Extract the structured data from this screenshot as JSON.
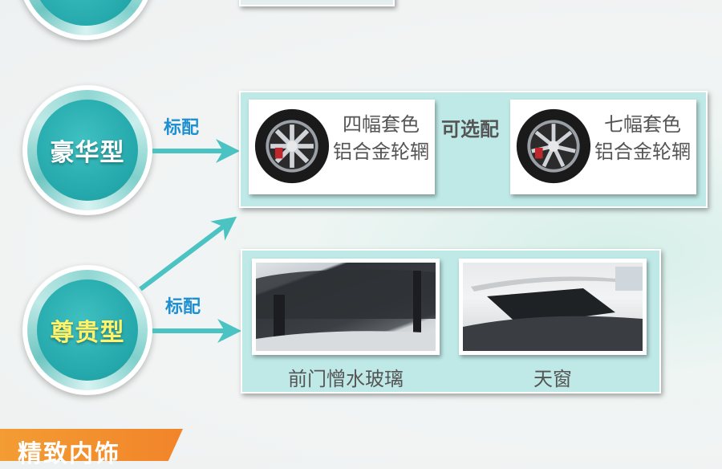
{
  "tiers": {
    "luxury": {
      "label": "豪华型",
      "text_color": "#ffffff"
    },
    "premium": {
      "label": "尊贵型",
      "text_color": "#fff36a"
    }
  },
  "tags": {
    "standard_1": "标配",
    "standard_2": "标配"
  },
  "wheels": {
    "optional_label": "可选配",
    "four_spoke": {
      "line1": "四幅套色",
      "line2": "铝合金轮辋"
    },
    "seven_spoke": {
      "line1": "七幅套色",
      "line2": "铝合金轮辋"
    }
  },
  "features": {
    "front_door": "前门憎水玻璃",
    "sunroof": "天窗"
  },
  "section": {
    "title": "精致内饰"
  },
  "colors": {
    "accent_teal": "#23a7aa",
    "link_blue": "#1e8fd0",
    "section_orange": "#f2842a"
  }
}
